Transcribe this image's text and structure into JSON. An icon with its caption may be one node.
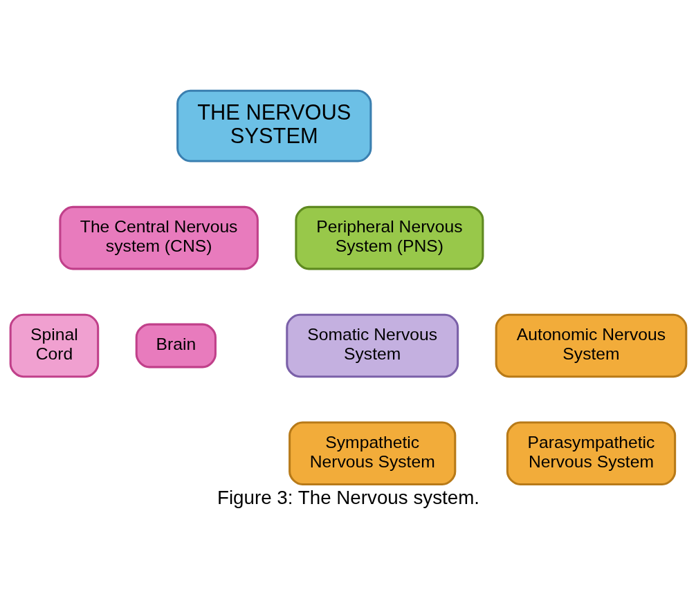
{
  "diagram": {
    "caption": "Figure 3: The Nervous system.",
    "nodes": [
      {
        "text": [
          "THE NERVOUS SYSTEM"
        ]
      },
      {
        "text": [
          "The Central Nervous system (CNS)"
        ]
      },
      {
        "text": [
          "Peripheral Nervous System (PNS)"
        ]
      },
      {
        "text": [
          "Spinal Cord"
        ]
      },
      {
        "text": [
          "Brain"
        ]
      },
      {
        "text": [
          "Somatic Nervous System"
        ]
      },
      {
        "text": [
          "Autonomic Nervous System"
        ]
      },
      {
        "text": [
          "Sympathetic Nervous System"
        ]
      },
      {
        "text": [
          "Parasympathetic Nervous System"
        ]
      }
    ],
    "edges": []
  }
}
